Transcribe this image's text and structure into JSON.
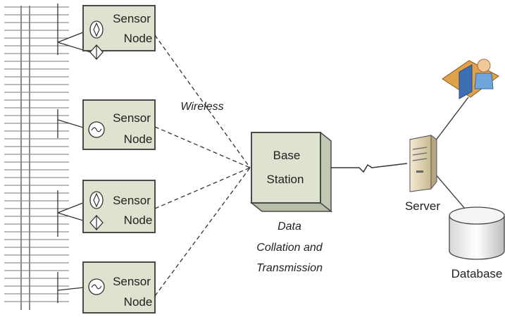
{
  "sensor_nodes": [
    {
      "line1": "Sensor",
      "line2": "Node",
      "sensor_type": "strain-gauge-icon"
    },
    {
      "line1": "Sensor",
      "line2": "Node",
      "sensor_type": "tilt-sensor-icon"
    },
    {
      "line1": "Sensor",
      "line2": "Node",
      "sensor_type": "strain-gauge-icon"
    },
    {
      "line1": "Sensor",
      "line2": "Node",
      "sensor_type": "tilt-sensor-icon"
    }
  ],
  "wireless_label": "Wireless",
  "base_station": {
    "line1": "Base",
    "line2": "Station"
  },
  "base_caption": [
    "Data",
    "Collation and",
    "Transmission"
  ],
  "server_label": "Server",
  "database_label": "Database",
  "colors": {
    "node_fill": "#dde3cf",
    "node_border": "#4a4a4a",
    "line": "#333333",
    "structure": "#666666"
  }
}
